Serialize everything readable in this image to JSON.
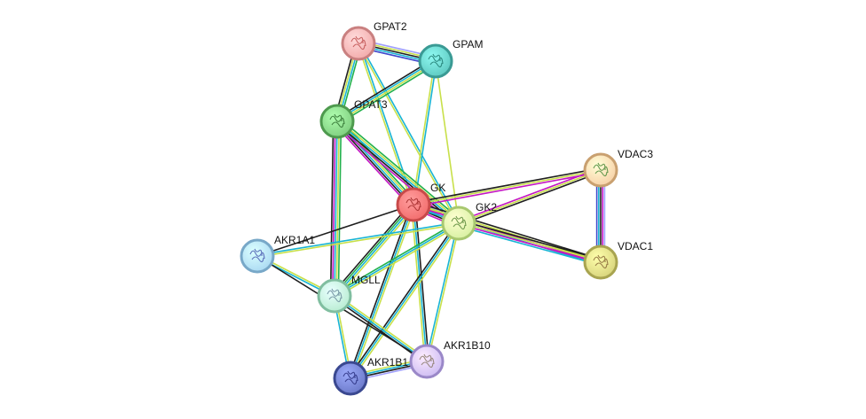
{
  "network": {
    "nodes": [
      {
        "id": "GPAT2",
        "label": "GPAT2",
        "color": "#f2a9a9",
        "ring": "#c98080",
        "glyph": "#c05050"
      },
      {
        "id": "GPAM",
        "label": "GPAM",
        "color": "#5cc7bf",
        "ring": "#3a9a94",
        "glyph": "#1f7a70"
      },
      {
        "id": "GPAT3",
        "label": "GPAT3",
        "color": "#7dcc7d",
        "ring": "#4e9a4e",
        "glyph": "#2e6e2e"
      },
      {
        "id": "GK",
        "label": "GK",
        "color": "#f26b6b",
        "ring": "#c84a4a",
        "glyph": "#a02828"
      },
      {
        "id": "GK2",
        "label": "GK2",
        "color": "#d6f0a0",
        "ring": "#a8c870",
        "glyph": "#5a8a3a"
      },
      {
        "id": "VDAC3",
        "label": "VDAC3",
        "color": "#f7cfa6",
        "ring": "#c9a070",
        "glyph": "#4a8a3a"
      },
      {
        "id": "VDAC1",
        "label": "VDAC1",
        "color": "#d6d27a",
        "ring": "#a8a450",
        "glyph": "#8a6a3a"
      },
      {
        "id": "AKR1A1",
        "label": "AKR1A1",
        "color": "#a9d8f2",
        "ring": "#78a8c8",
        "glyph": "#4a5ab0"
      },
      {
        "id": "MGLL",
        "label": "MGLL",
        "color": "#b7ecd0",
        "ring": "#80bea0",
        "glyph": "#6a8a9a"
      },
      {
        "id": "AKR1B10",
        "label": "AKR1B10",
        "color": "#cbbaf2",
        "ring": "#9a88c8",
        "glyph": "#8a7a6a"
      },
      {
        "id": "AKR1B1",
        "label": "AKR1B1",
        "color": "#6a78c8",
        "ring": "#3a4890",
        "glyph": "#2a3080"
      }
    ],
    "edge_colors": {
      "neighborhood": "#22b14c",
      "gene_fusion": "#e3001b",
      "cooccurrence": "#3f48cc",
      "coexpression": "#1f1f1f",
      "experiments": "#c316c3",
      "databases": "#18b4d4",
      "textmining": "#c8e04a",
      "homology": "#9f9fff"
    },
    "edges": [
      {
        "a": "GPAT2",
        "b": "GPAM",
        "types": [
          "homology",
          "textmining",
          "coexpression",
          "databases",
          "cooccurrence"
        ]
      },
      {
        "a": "GPAT2",
        "b": "GPAT3",
        "types": [
          "neighborhood",
          "databases",
          "textmining",
          "coexpression"
        ]
      },
      {
        "a": "GPAT2",
        "b": "GK2",
        "types": [
          "databases",
          "textmining"
        ]
      },
      {
        "a": "GPAT2",
        "b": "GK",
        "types": [
          "databases",
          "textmining"
        ]
      },
      {
        "a": "GPAM",
        "b": "GPAT3",
        "types": [
          "neighborhood",
          "textmining",
          "databases",
          "coexpression"
        ]
      },
      {
        "a": "GPAM",
        "b": "GK",
        "types": [
          "databases",
          "textmining"
        ]
      },
      {
        "a": "GPAM",
        "b": "GK2",
        "types": [
          "textmining"
        ]
      },
      {
        "a": "GPAT3",
        "b": "GK",
        "types": [
          "neighborhood",
          "textmining",
          "databases",
          "coexpression",
          "experiments"
        ]
      },
      {
        "a": "GPAT3",
        "b": "GK2",
        "types": [
          "neighborhood",
          "textmining",
          "databases",
          "coexpression",
          "experiments"
        ]
      },
      {
        "a": "GPAT3",
        "b": "MGLL",
        "types": [
          "neighborhood",
          "textmining",
          "databases",
          "experiments",
          "coexpression"
        ]
      },
      {
        "a": "GK",
        "b": "GK2",
        "types": [
          "homology",
          "textmining",
          "databases",
          "coexpression",
          "experiments"
        ]
      },
      {
        "a": "GK",
        "b": "VDAC3",
        "types": [
          "coexpression",
          "textmining",
          "experiments"
        ]
      },
      {
        "a": "GK",
        "b": "VDAC1",
        "types": [
          "coexpression",
          "textmining",
          "experiments",
          "databases"
        ]
      },
      {
        "a": "GK",
        "b": "AKR1A1",
        "types": [
          "coexpression"
        ]
      },
      {
        "a": "GK",
        "b": "MGLL",
        "types": [
          "textmining",
          "databases",
          "neighborhood",
          "coexpression"
        ]
      },
      {
        "a": "GK",
        "b": "AKR1B1",
        "types": [
          "textmining",
          "databases",
          "coexpression"
        ]
      },
      {
        "a": "GK",
        "b": "AKR1B10",
        "types": [
          "coexpression",
          "databases",
          "textmining"
        ]
      },
      {
        "a": "GK2",
        "b": "VDAC3",
        "types": [
          "experiments",
          "textmining",
          "coexpression"
        ]
      },
      {
        "a": "GK2",
        "b": "VDAC1",
        "types": [
          "coexpression",
          "textmining",
          "experiments",
          "databases"
        ]
      },
      {
        "a": "GK2",
        "b": "AKR1A1",
        "types": [
          "textmining",
          "databases"
        ]
      },
      {
        "a": "GK2",
        "b": "MGLL",
        "types": [
          "textmining",
          "databases",
          "neighborhood"
        ]
      },
      {
        "a": "GK2",
        "b": "AKR1B1",
        "types": [
          "textmining",
          "databases",
          "coexpression"
        ]
      },
      {
        "a": "GK2",
        "b": "AKR1B10",
        "types": [
          "textmining",
          "databases"
        ]
      },
      {
        "a": "VDAC3",
        "b": "VDAC1",
        "types": [
          "homology",
          "experiments",
          "coexpression",
          "databases",
          "cooccurrence"
        ]
      },
      {
        "a": "AKR1A1",
        "b": "MGLL",
        "types": [
          "textmining",
          "databases"
        ]
      },
      {
        "a": "AKR1A1",
        "b": "AKR1B10",
        "types": [
          "coexpression"
        ]
      },
      {
        "a": "MGLL",
        "b": "AKR1B1",
        "types": [
          "textmining",
          "databases"
        ]
      },
      {
        "a": "MGLL",
        "b": "AKR1B10",
        "types": [
          "textmining",
          "databases",
          "coexpression"
        ]
      },
      {
        "a": "AKR1B1",
        "b": "AKR1B10",
        "types": [
          "textmining",
          "databases",
          "coexpression",
          "homology"
        ]
      }
    ]
  }
}
